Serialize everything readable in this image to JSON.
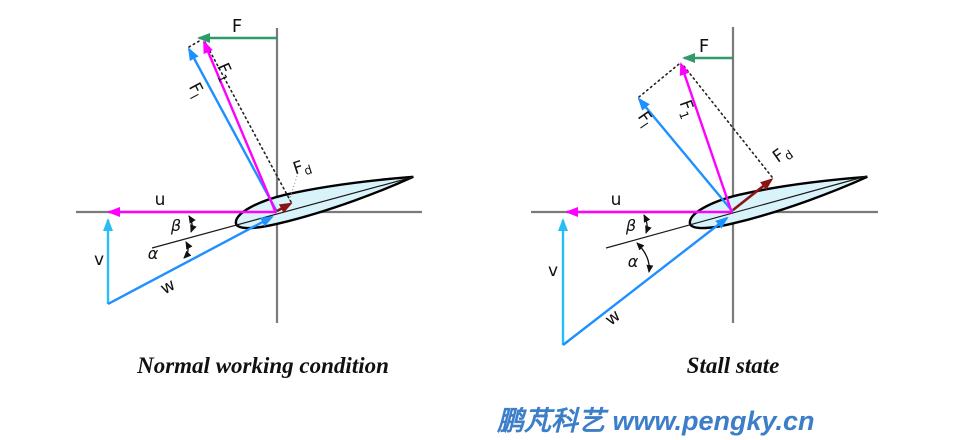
{
  "colors": {
    "axis": "#7a7a7a",
    "magenta": "#ff00ff",
    "blue": "#1e90ff",
    "cyan": "#29bdf6",
    "green": "#2e9b68",
    "dark_red": "#8a1414",
    "airfoil_fill": "#d9f3fa",
    "chord": "#1a1a1a",
    "label": "#111111",
    "watermark": "#3d7ec9"
  },
  "left": {
    "caption": "Normal working condition",
    "labels": {
      "F": "F",
      "F1_main": "F",
      "F1_sub": "1",
      "Fl_main": "F",
      "Fl_sub": "l",
      "Fd_main": "F",
      "Fd_sub": "d",
      "u": "u",
      "v": "v",
      "w": "w",
      "beta": "β",
      "alpha": "α"
    }
  },
  "right": {
    "caption": "Stall state",
    "labels": {
      "F": "F",
      "F1_main": "F",
      "F1_sub": "1",
      "Fl_main": "F",
      "Fl_sub": "l",
      "Fd_main": "F",
      "Fd_sub": "d",
      "u": "u",
      "v": "v",
      "w": "w",
      "beta": "β",
      "alpha": "α"
    }
  },
  "watermark": {
    "text": "鹏芃科艺 www.pengky.cn"
  }
}
